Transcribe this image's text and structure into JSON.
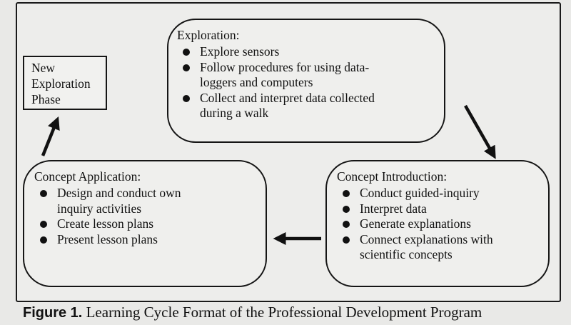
{
  "figure": {
    "new_phase": {
      "lines": [
        "New",
        "Exploration",
        "Phase"
      ]
    },
    "exploration": {
      "title": "Exploration:",
      "items": [
        {
          "lines": [
            "Explore sensors"
          ]
        },
        {
          "lines": [
            "Follow procedures for using data-",
            "loggers and computers"
          ]
        },
        {
          "lines": [
            "Collect and interpret data collected",
            "during a walk"
          ]
        }
      ]
    },
    "concept_introduction": {
      "title": "Concept Introduction:",
      "items": [
        {
          "lines": [
            "Conduct guided-inquiry"
          ]
        },
        {
          "lines": [
            "Interpret data"
          ]
        },
        {
          "lines": [
            "Generate explanations"
          ]
        },
        {
          "lines": [
            "Connect explanations with",
            "scientific concepts"
          ]
        }
      ]
    },
    "concept_application": {
      "title": "Concept Application:",
      "items": [
        {
          "lines": [
            "Design and conduct own",
            "inquiry activities"
          ]
        },
        {
          "lines": [
            "Create lesson plans"
          ]
        },
        {
          "lines": [
            "Present lesson plans"
          ]
        }
      ]
    }
  },
  "caption": {
    "label": "Figure 1.",
    "text": " Learning Cycle Format of the Professional Development Program"
  }
}
